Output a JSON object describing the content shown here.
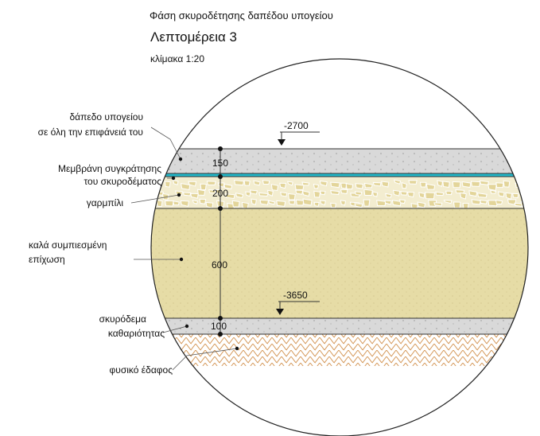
{
  "header": {
    "title": "Φάση σκυροδέτησης δαπέδου υπογείου",
    "subtitle": "Λεπτομέρεια 3",
    "scale": "κλίμακα 1:20"
  },
  "labels": {
    "slab_line1": "δάπεδο υπογείου",
    "slab_line2": "σε όλη την επιφάνειά του",
    "membrane_line1": "Μεμβράνη συγκράτησης",
    "membrane_line2": "του σκυροδέματος",
    "gravel": "γαρμπίλι",
    "fill_line1": "καλά συμπιεσμένη",
    "fill_line2": "επίχωση",
    "lean_line1": "σκυρόδεμα",
    "lean_line2": "καθαριότητας",
    "soil": "φυσικό έδαφος"
  },
  "levels": {
    "top": "-2700",
    "bottom": "-3650"
  },
  "dimensions": {
    "slab": "150",
    "gravel": "200",
    "fill": "600",
    "lean": "100"
  },
  "colors": {
    "concrete": "#d9d9d9",
    "membrane": "#22b8c9",
    "gravel": "#e8dfb0",
    "fill": "#e6dca6",
    "soil_hatch": "#d9a066",
    "outline": "#222222"
  }
}
